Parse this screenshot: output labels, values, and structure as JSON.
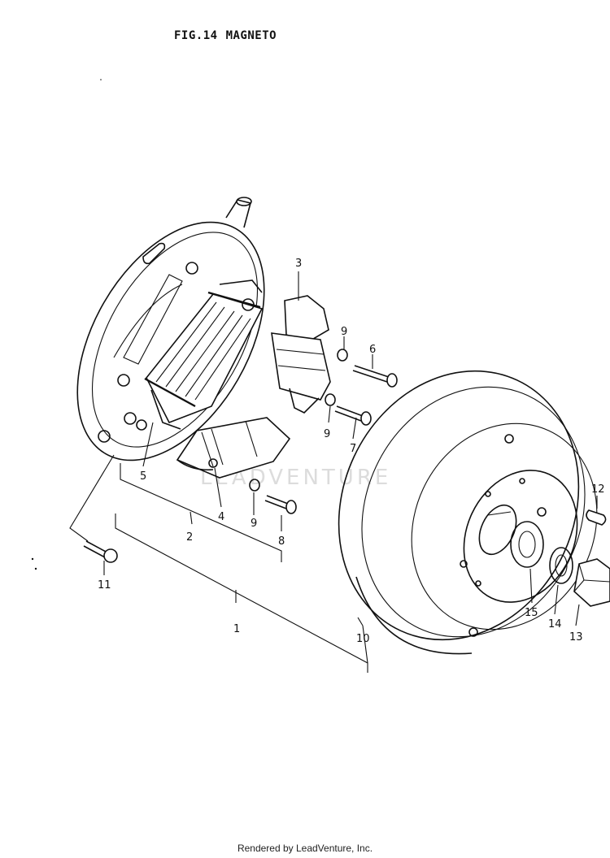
{
  "header": {
    "fig": "FIG.14",
    "name": "MAGNETO"
  },
  "watermark": "LEADVENTURE",
  "footer": "Rendered by LeadVenture, Inc.",
  "callouts": [
    "1",
    "2",
    "3",
    "4",
    "5",
    "6",
    "7",
    "8",
    "9",
    "9",
    "9",
    "10",
    "11",
    "12",
    "13",
    "14",
    "15"
  ]
}
